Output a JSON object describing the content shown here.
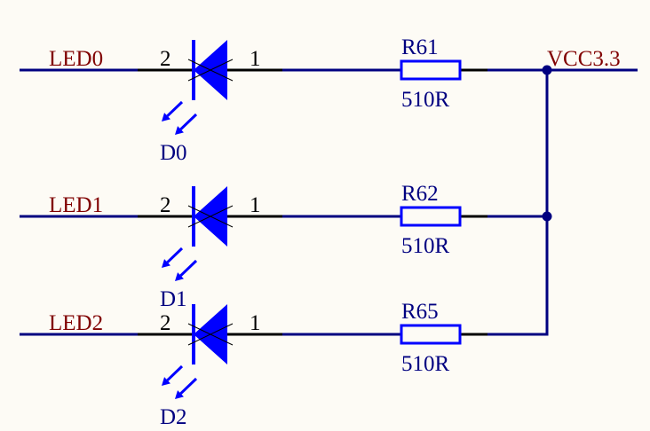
{
  "colors": {
    "background": "#fdfbf5",
    "wire": "#000080",
    "pin": "#000000",
    "component": "#0000ff",
    "net_label": "#800000",
    "designator": "#000080"
  },
  "power_net": "VCC3.3",
  "rows": [
    {
      "net": "LED0",
      "diode_ref": "D0",
      "pin_anode": "2",
      "pin_cathode": "1",
      "resistor_ref": "R61",
      "resistor_value": "510R"
    },
    {
      "net": "LED1",
      "diode_ref": "D1",
      "pin_anode": "2",
      "pin_cathode": "1",
      "resistor_ref": "R62",
      "resistor_value": "510R"
    },
    {
      "net": "LED2",
      "diode_ref": "D2",
      "pin_anode": "2",
      "pin_cathode": "1",
      "resistor_ref": "R65",
      "resistor_value": "510R"
    }
  ]
}
